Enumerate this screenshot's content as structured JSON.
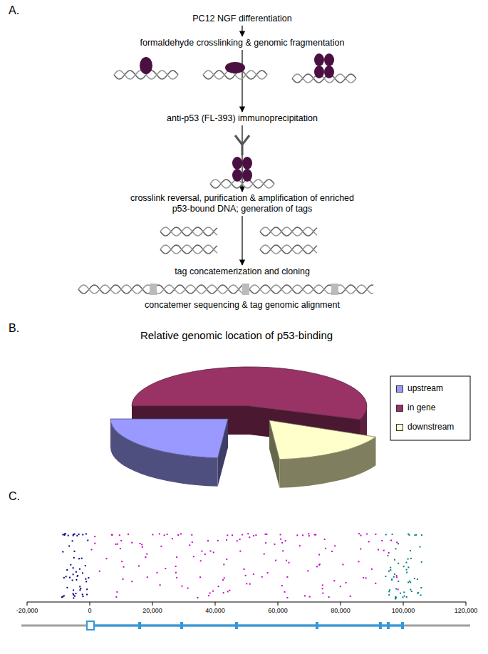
{
  "diagram": {
    "title": "Relative genomic location of p53-binding",
    "nodes": [
      {
        "text": [
          "PC12 NGF differentiation"
        ]
      },
      {
        "text": [
          "formaldehyde crosslinking & genomic fragmentation"
        ]
      },
      {
        "text": [
          "anti-p53 (FL-393) immunoprecipitation"
        ]
      },
      {
        "text": [
          "crosslink reversal, purification & amplification of enriched p53-bound DNA; generation of tags"
        ]
      },
      {
        "text": [
          "tag concatemerization and cloning"
        ]
      },
      {
        "text": [
          "concatemer sequencing & tag genomic alignment"
        ]
      }
    ],
    "edges": [
      {
        "from": 0,
        "to": 1,
        "arrow": "to"
      },
      {
        "from": 1,
        "to": 2,
        "arrow": "to"
      },
      {
        "from": 2,
        "to": 3,
        "arrow": "to"
      },
      {
        "from": 3,
        "to": 4,
        "arrow": "to"
      }
    ],
    "labels": [
      "A.",
      "B.",
      "C.",
      "-20,000",
      "0",
      "20,000",
      "40,000",
      "60,000",
      "80,000",
      "100,000",
      "120,000"
    ],
    "legend": [
      {
        "text": "upstream",
        "color": "#9999ff"
      },
      {
        "text": "in gene",
        "color": "#993366"
      },
      {
        "text": "downstream",
        "color": "#ffffcc"
      }
    ]
  }
}
